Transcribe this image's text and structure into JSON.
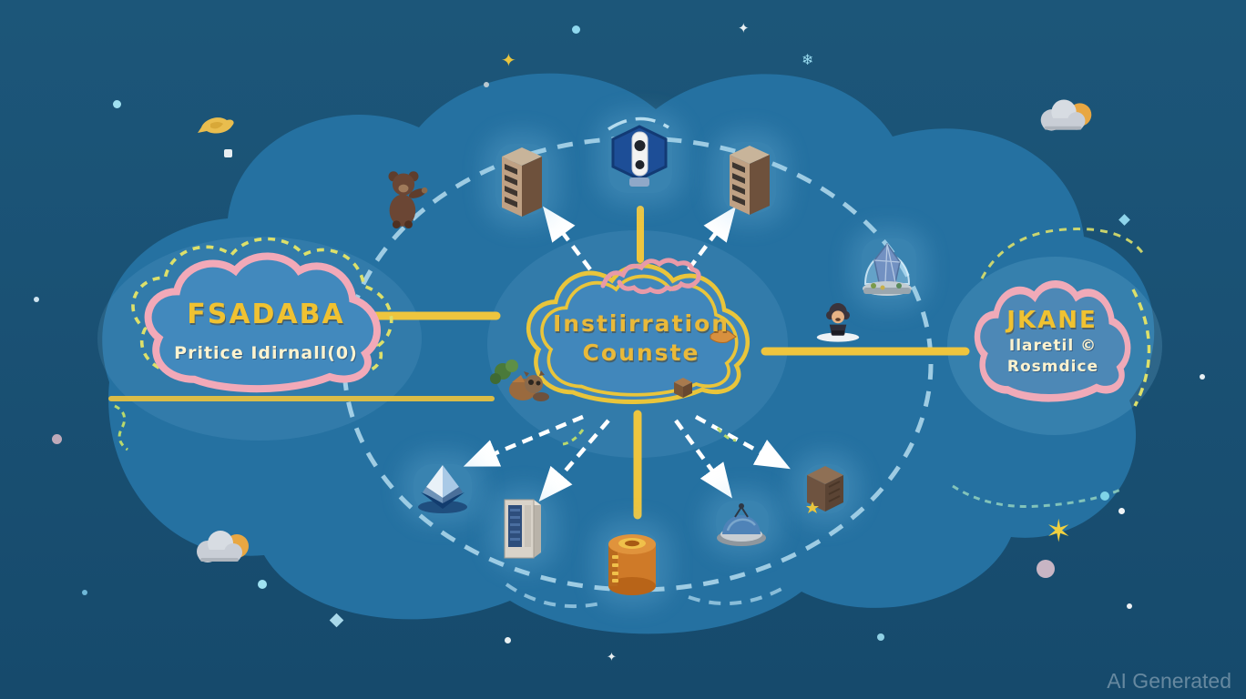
{
  "watermark": "AI Generated",
  "clouds": {
    "left": {
      "title": "FSADABA",
      "subtitle": "Pritice Idirnall(0)"
    },
    "center": {
      "title": "Instiirration",
      "subtitle": "Counste"
    },
    "right": {
      "title": "JKANE",
      "line1": "Ilaretil ©",
      "line2": "Rosmdice"
    }
  },
  "glyphs": {
    "star4": "✦",
    "star6": "✶",
    "flake": "❄"
  },
  "icons": [
    "device-hexagon-icon",
    "server-tower-left-icon",
    "server-tower-right-icon",
    "bear-icon",
    "crystal-dome-icon",
    "person-laptop-icon",
    "raccoon-plant-icon",
    "gem-icon",
    "server-cabinet-icon",
    "database-cylinder-icon",
    "dome-pot-icon",
    "parcel-box-icon",
    "cloud-sun-top-icon",
    "cloud-sun-bottom-icon",
    "bird-icon",
    "pink-squiggle-icon",
    "fish-icon",
    "mini-box-icon"
  ],
  "colors": {
    "background": "#1a5174",
    "backdrop_cloud": "#2571a1",
    "cloud_fill": "#4289bd",
    "pink_outline": "#f2a9b8",
    "yellow_line": "#eec53e",
    "dash_cyan": "#bfe9f7",
    "title_yellow": "#f0c231",
    "text_light": "#fdf3cf"
  }
}
